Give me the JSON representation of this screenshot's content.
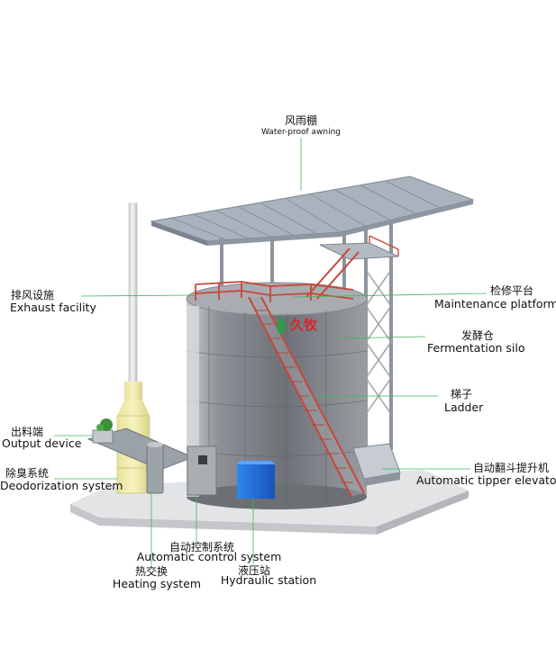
{
  "brand": {
    "text": "久牧",
    "color": "#d8262b",
    "leaf_color": "#2e9b4a"
  },
  "colors": {
    "leader_line": "#3fb85a",
    "silo": "#7f8288",
    "railing": "#c8473a",
    "awning": "#9aa3ad",
    "pump_box": "#1f6fd6",
    "base": "#d9dadc"
  },
  "labels": {
    "awning": {
      "zh": "风雨棚",
      "en": "Water-proof awning"
    },
    "exhaust": {
      "zh": "排风设施",
      "en": "Exhaust facility"
    },
    "platform": {
      "zh": "检修平台",
      "en": "Maintenance platform"
    },
    "silo": {
      "zh": "发酵仓",
      "en": "Fermentation silo"
    },
    "ladder": {
      "zh": "梯子",
      "en": "Ladder"
    },
    "output": {
      "zh": "出料端",
      "en": "Output device"
    },
    "tipper": {
      "zh": "自动翻斗提升机",
      "en": "Automatic tipper elevator"
    },
    "deodor": {
      "zh": "除臭系统",
      "en": "Deodorization system"
    },
    "control": {
      "zh": "自动控制系统",
      "en": "Automatic control system"
    },
    "heating": {
      "zh": "热交换",
      "en": "Heating system"
    },
    "hydraulic": {
      "zh": "液压站",
      "en": "Hydraulic station"
    }
  }
}
